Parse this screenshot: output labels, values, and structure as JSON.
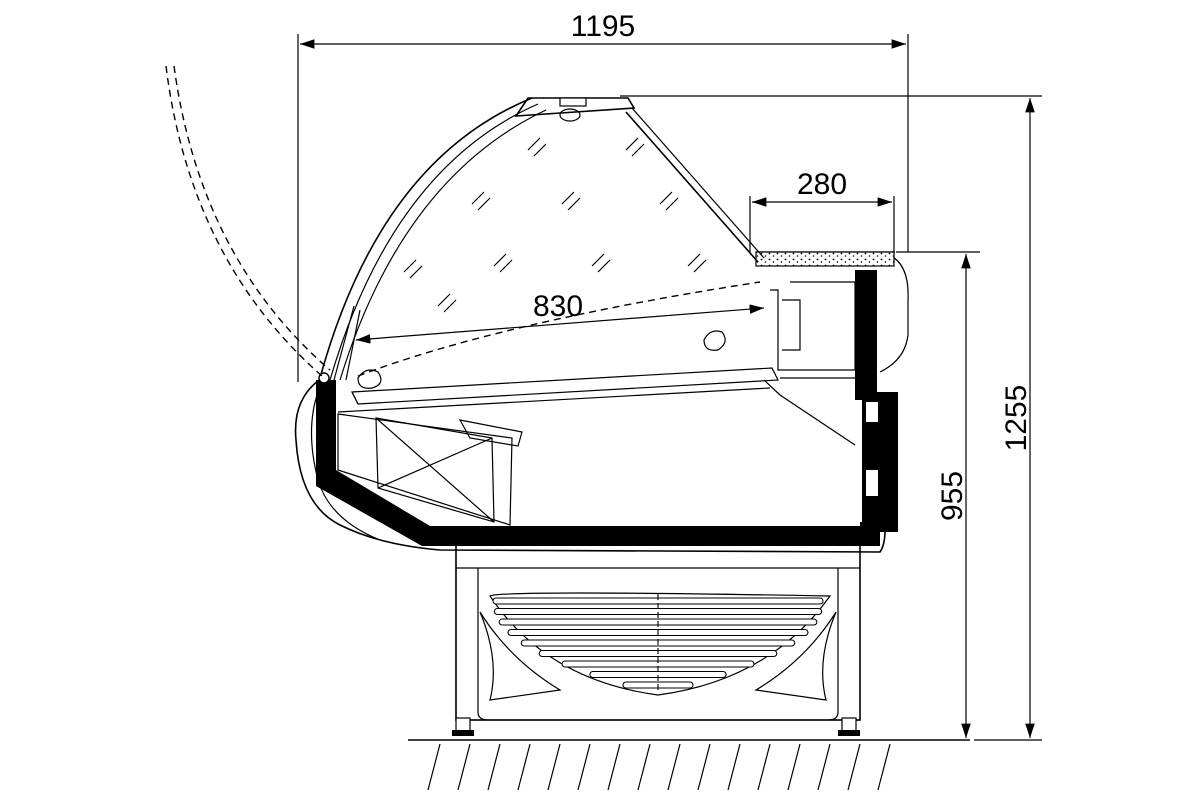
{
  "dimensions": {
    "overall_width": "1195",
    "shelf_width": "280",
    "display_depth": "830",
    "counter_height": "955",
    "overall_height": "1255"
  }
}
